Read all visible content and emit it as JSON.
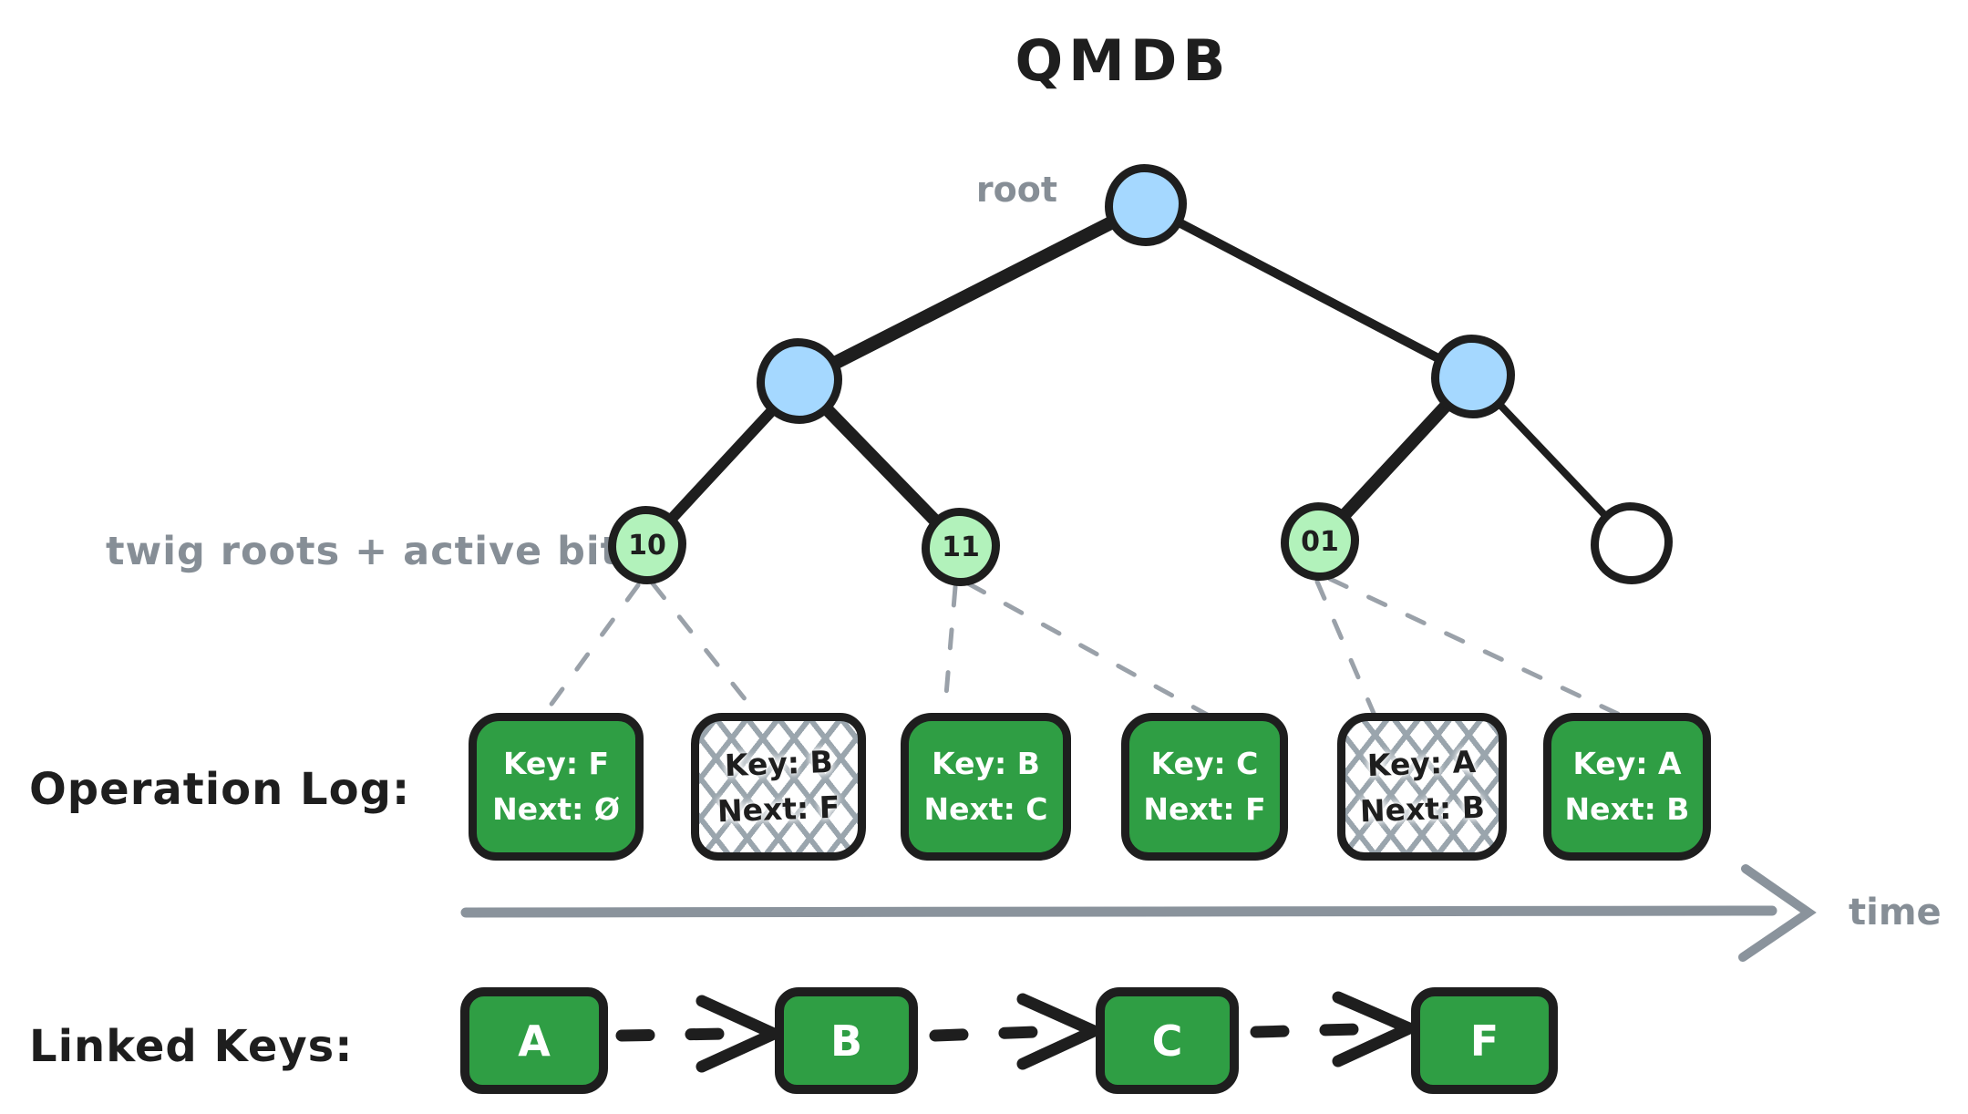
{
  "title": "QMDB",
  "colors": {
    "ink": "#1e1e1e",
    "node_blue": "#a5d8ff",
    "node_light_green": "#b2f2bb",
    "box_green": "#2f9e44",
    "muted_gray": "#868e96",
    "hatch_gray": "#9aa5ad"
  },
  "tree": {
    "root_label": "root",
    "twig_caption": "twig roots + active bits",
    "twigs": [
      {
        "label": "10"
      },
      {
        "label": "11"
      },
      {
        "label": "01"
      },
      {
        "label": ""
      }
    ]
  },
  "operation_log": {
    "label": "Operation Log:",
    "entries": [
      {
        "key_line": "Key: F",
        "next_line": "Next: Ø",
        "state": "active"
      },
      {
        "key_line": "Key: B",
        "next_line": "Next: F",
        "state": "obsolete"
      },
      {
        "key_line": "Key: B",
        "next_line": "Next: C",
        "state": "active"
      },
      {
        "key_line": "Key: C",
        "next_line": "Next: F",
        "state": "active"
      },
      {
        "key_line": "Key: A",
        "next_line": "Next: B",
        "state": "obsolete"
      },
      {
        "key_line": "Key: A",
        "next_line": "Next: B",
        "state": "active"
      }
    ],
    "time_axis_label": "time"
  },
  "linked_keys": {
    "label": "Linked Keys:",
    "nodes": [
      "A",
      "B",
      "C",
      "F"
    ]
  }
}
